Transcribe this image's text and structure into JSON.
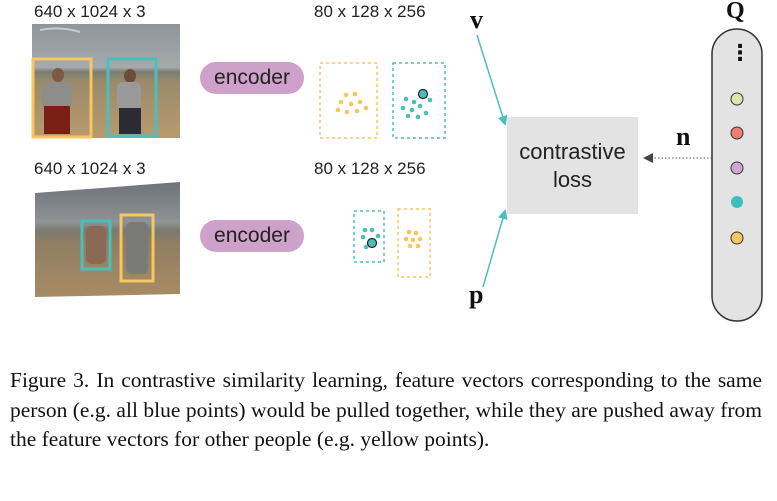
{
  "top_row": {
    "image_dims": "640 x 1024 x 3",
    "encoder_label": "encoder",
    "feature_dims": "80 x 128 x 256",
    "vector_symbol": "v"
  },
  "bottom_row": {
    "image_dims": "640 x 1024 x 3",
    "encoder_label": "encoder",
    "feature_dims": "80 x 128 x 256",
    "vector_symbol": "p"
  },
  "loss": {
    "line1": "contrastive",
    "line2": "loss"
  },
  "queue": {
    "label": "Q",
    "negative_symbol": "n",
    "dots_glyph": "⋮",
    "entry_colors": [
      "#d3e9a9",
      "#ee7d72",
      "#d4a6d3",
      "#3cc0be",
      "#f6c85e"
    ]
  },
  "colors": {
    "teal": "#4cbfbd",
    "yellow": "#f7c65f",
    "encoder": "#cda1c9"
  },
  "caption": "Figure 3. In contrastive similarity learning, feature vectors corresponding to the same person (e.g. all blue points) would be pulled together, while they are pushed away from the feature vectors for other people (e.g. yellow points)."
}
